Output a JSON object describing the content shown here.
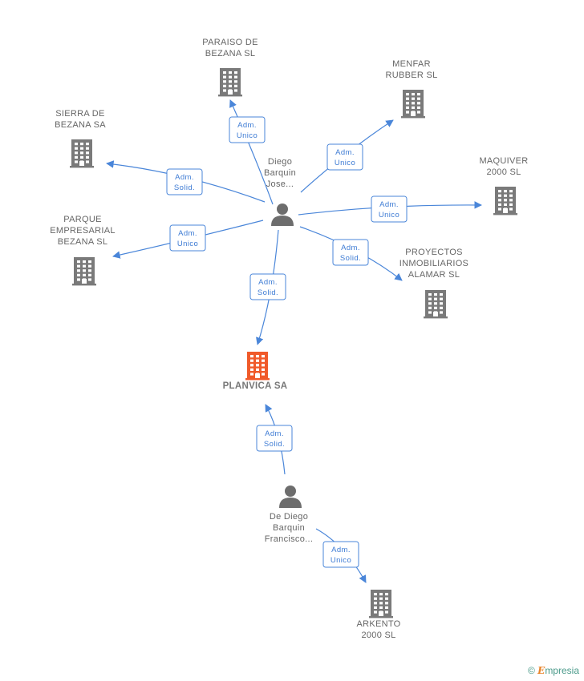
{
  "colors": {
    "edge": "#4a86d9",
    "company": "#7a7a7a",
    "focus": "#f05a2a",
    "person": "#6d6d6d"
  },
  "watermark": {
    "symbol": "©",
    "brand_initial": "E",
    "brand_rest": "mpresia"
  },
  "nodes": [
    {
      "id": "paraiso",
      "kind": "company",
      "icon": "building-icon",
      "lines": [
        "PARAISO DE",
        "BEZANA SL"
      ]
    },
    {
      "id": "menfar",
      "kind": "company",
      "icon": "building-icon",
      "lines": [
        "MENFAR",
        "RUBBER SL"
      ]
    },
    {
      "id": "sierra",
      "kind": "company",
      "icon": "building-icon",
      "lines": [
        "SIERRA DE",
        "BEZANA SA"
      ]
    },
    {
      "id": "maquiver",
      "kind": "company",
      "icon": "building-icon",
      "lines": [
        "MAQUIVER",
        "2000 SL"
      ]
    },
    {
      "id": "parque",
      "kind": "company",
      "icon": "building-icon",
      "lines": [
        "PARQUE",
        "EMPRESARIAL",
        "BEZANA SL"
      ]
    },
    {
      "id": "proyectos",
      "kind": "company",
      "icon": "building-icon",
      "lines": [
        "PROYECTOS",
        "INMOBILIARIOS",
        "ALAMAR SL"
      ]
    },
    {
      "id": "planvica",
      "kind": "focus",
      "icon": "building-icon",
      "lines": [
        "PLANVICA SA"
      ]
    },
    {
      "id": "arkento",
      "kind": "company",
      "icon": "building-icon",
      "lines": [
        "ARKENTO",
        "2000 SL"
      ]
    },
    {
      "id": "diego",
      "kind": "person",
      "icon": "person-icon",
      "lines": [
        "Diego",
        "Barquin",
        "Jose..."
      ]
    },
    {
      "id": "dediego",
      "kind": "person",
      "icon": "person-icon",
      "lines": [
        "De Diego",
        "Barquin",
        "Francisco..."
      ]
    }
  ],
  "edges": [
    {
      "from": "diego",
      "to": "paraiso",
      "label": [
        "Adm.",
        "Unico"
      ]
    },
    {
      "from": "diego",
      "to": "menfar",
      "label": [
        "Adm.",
        "Unico"
      ]
    },
    {
      "from": "diego",
      "to": "sierra",
      "label": [
        "Adm.",
        "Solid."
      ]
    },
    {
      "from": "diego",
      "to": "maquiver",
      "label": [
        "Adm.",
        "Unico"
      ]
    },
    {
      "from": "diego",
      "to": "parque",
      "label": [
        "Adm.",
        "Unico"
      ]
    },
    {
      "from": "diego",
      "to": "proyectos",
      "label": [
        "Adm.",
        "Solid."
      ]
    },
    {
      "from": "diego",
      "to": "planvica",
      "label": [
        "Adm.",
        "Solid."
      ]
    },
    {
      "from": "dediego",
      "to": "planvica",
      "label": [
        "Adm.",
        "Solid."
      ]
    },
    {
      "from": "dediego",
      "to": "arkento",
      "label": [
        "Adm.",
        "Unico"
      ]
    }
  ]
}
